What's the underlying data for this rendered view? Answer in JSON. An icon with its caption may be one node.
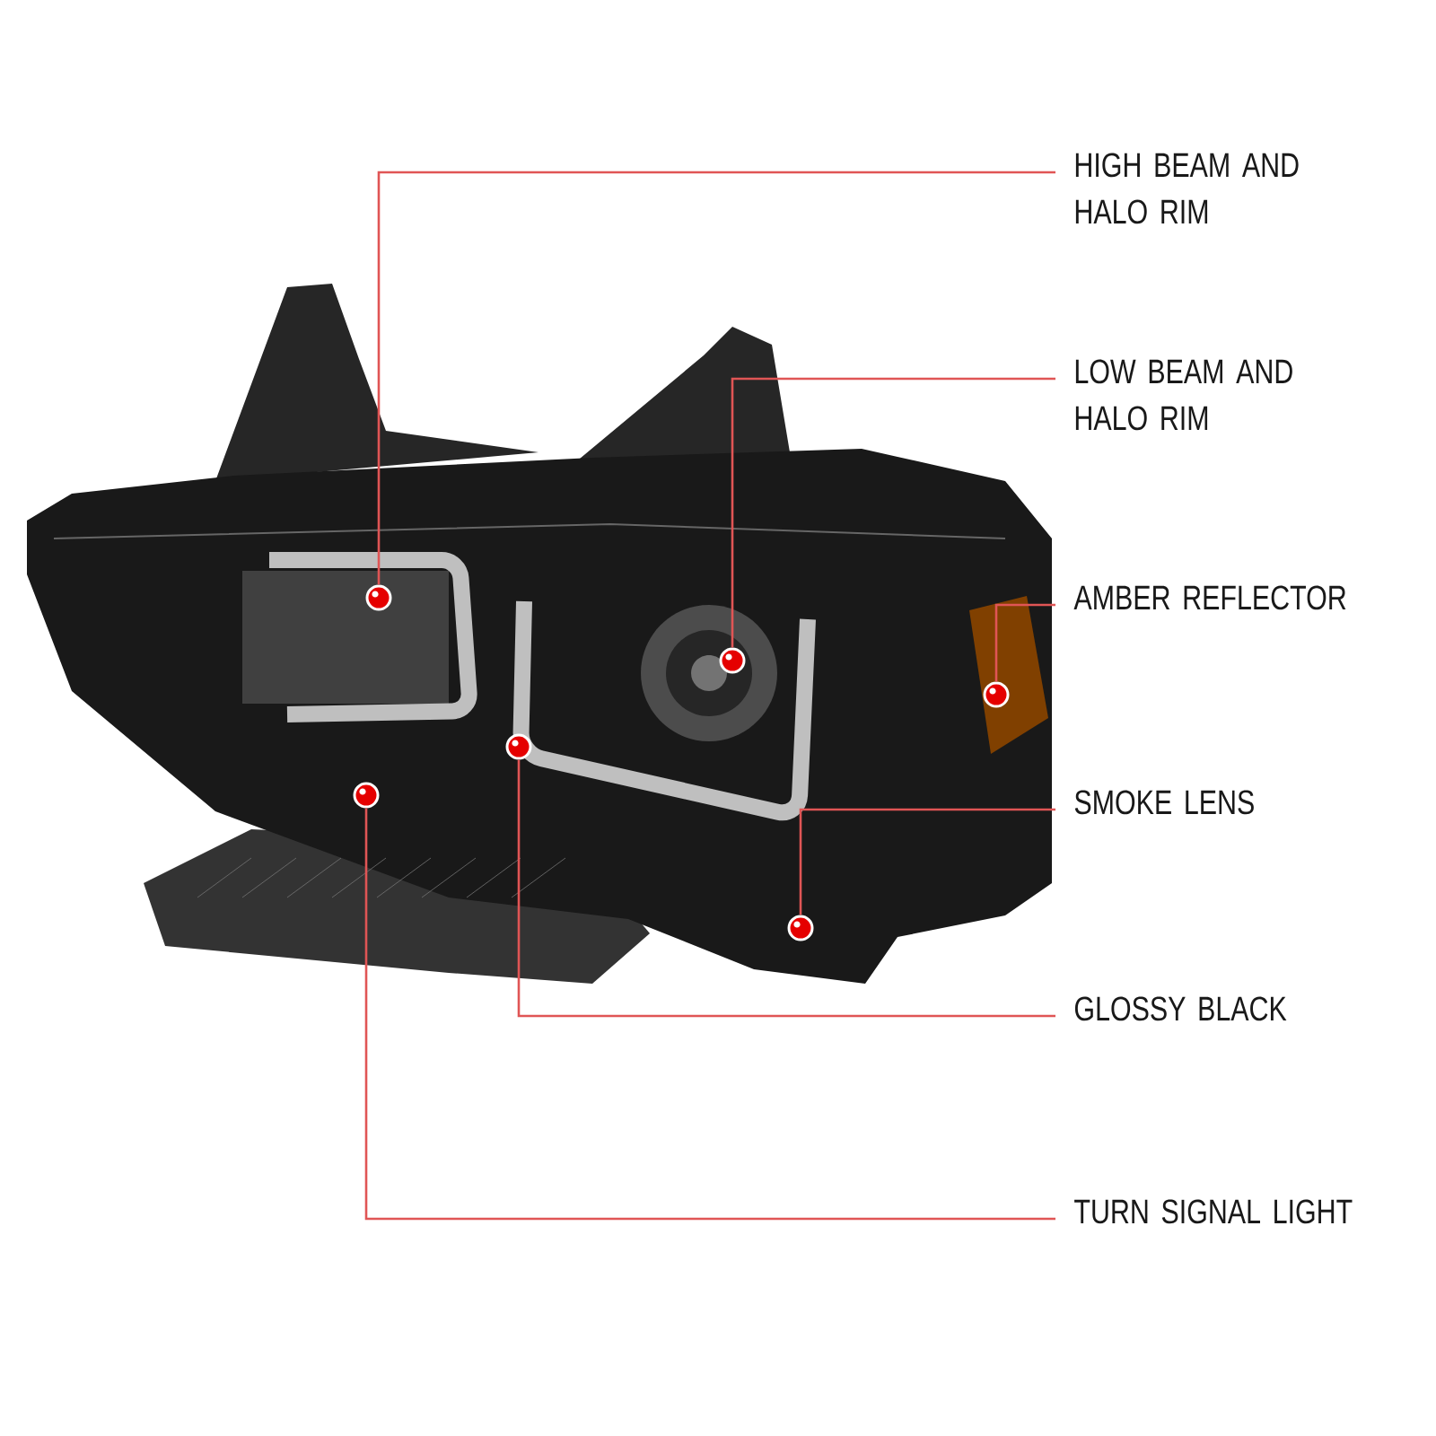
{
  "diagram": {
    "nodes": [
      {
        "text": [
          "HIGH BEAM AND HALO RIM"
        ]
      },
      {
        "text": [
          "LOW BEAM AND HALO RIM"
        ]
      },
      {
        "text": [
          "AMBER REFLECTOR"
        ]
      },
      {
        "text": [
          "SMOKE LENS"
        ]
      },
      {
        "text": [
          "GLOSSY BLACK"
        ]
      },
      {
        "text": [
          "TURN SIGNAL LIGHT"
        ]
      },
      {
        "text": [],
        "shape": "circle"
      },
      {
        "text": [],
        "shape": "circle"
      },
      {
        "text": [],
        "shape": "circle"
      },
      {
        "text": [],
        "shape": "circle"
      },
      {
        "text": [],
        "shape": "circle"
      },
      {
        "text": [],
        "shape": "circle"
      }
    ],
    "edges": [
      {
        "from": 0,
        "to": 7,
        "arrow": "none"
      },
      {
        "from": 1,
        "to": 9,
        "arrow": "none"
      },
      {
        "from": 2,
        "to": 11,
        "arrow": "none"
      },
      {
        "from": 3,
        "to": 10,
        "arrow": "none"
      },
      {
        "from": 4,
        "to": 8,
        "arrow": "none"
      },
      {
        "from": 5,
        "to": 6,
        "arrow": "none"
      }
    ]
  }
}
